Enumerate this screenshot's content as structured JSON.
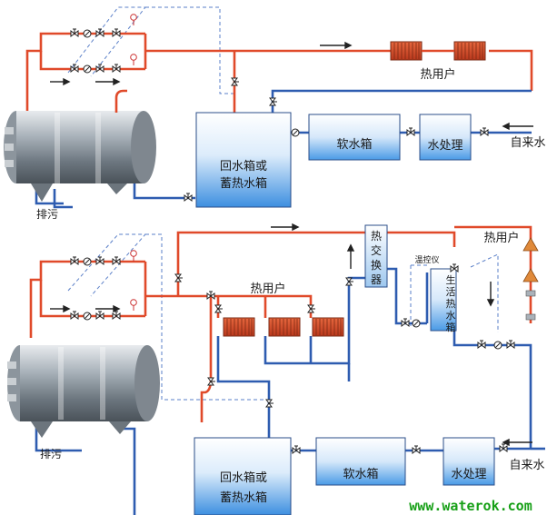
{
  "top_system": {
    "tank_label_1": "回水箱或",
    "tank_label_2": "蓄热水箱",
    "softener": "软水箱",
    "water_treatment": "水处理",
    "tap_water": "自来水",
    "heat_user": "热用户",
    "drain": "排污"
  },
  "bottom_system": {
    "tank_label_1": "回水箱或",
    "tank_label_2": "蓄热水箱",
    "softener": "软水箱",
    "water_treatment": "水处理",
    "tap_water": "自来水",
    "heat_user_left": "热用户",
    "heat_user_right": "热用户",
    "heat_exchanger_1": "热",
    "heat_exchanger_2": "交",
    "heat_exchanger_3": "换",
    "heat_exchanger_4": "器",
    "temp_controller": "温控仪",
    "domestic_tank_1": "生",
    "domestic_tank_2": "活",
    "domestic_tank_3": "热",
    "domestic_tank_4": "水",
    "domestic_tank_5": "箱",
    "drain": "排污"
  },
  "watermark": "www.waterok.com",
  "colors": {
    "hot_pipe": "#e04a2a",
    "cold_pipe": "#2e5cb0",
    "tank_top": "#ffffff",
    "tank_bottom": "#3d8fe0"
  }
}
